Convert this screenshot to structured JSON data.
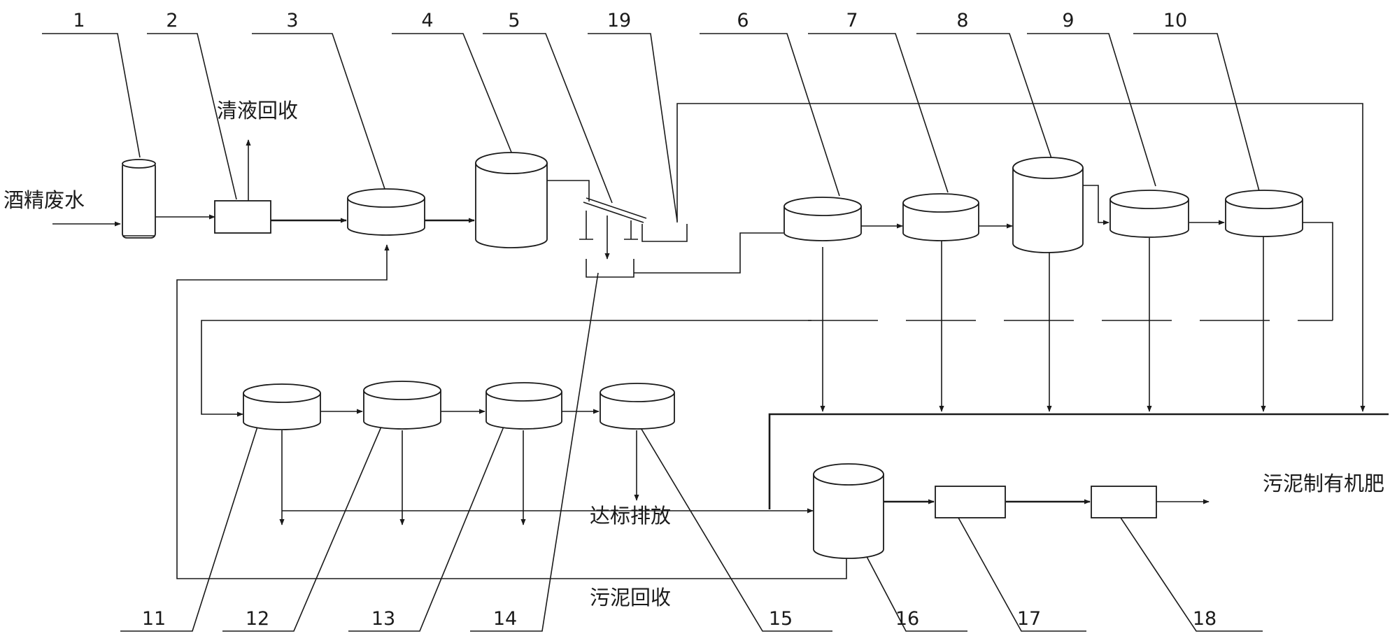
{
  "labels": {
    "alcohol_wastewater": "酒精废水",
    "clear_liquid_recovery": "清液回收",
    "discharge_to_standard": "达标排放",
    "sludge_recovery": "污泥回收",
    "sludge_to_fertilizer": "污泥制有机肥"
  },
  "callouts": [
    "1",
    "2",
    "3",
    "4",
    "5",
    "19",
    "6",
    "7",
    "8",
    "9",
    "10",
    "11",
    "12",
    "13",
    "14",
    "15",
    "16",
    "17",
    "18"
  ]
}
